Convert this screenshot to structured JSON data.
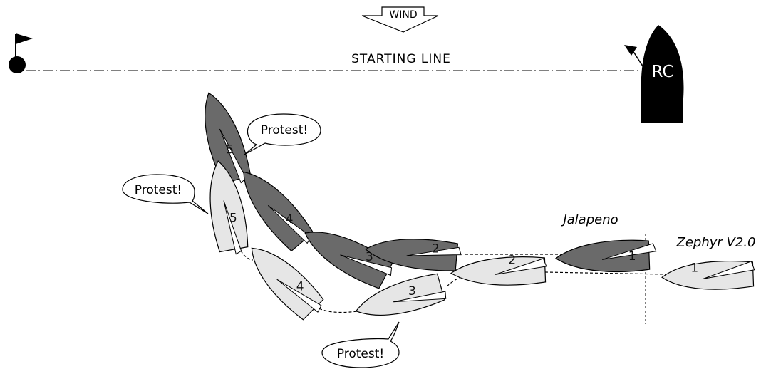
{
  "wind_label": "WIND",
  "starting_line_label": "STARTING LINE",
  "committee_boat_label": "RC",
  "boat_names": {
    "dark": "Jalapeno",
    "light": "Zephyr V2.0"
  },
  "dark_positions": [
    "5",
    "4",
    "3",
    "2",
    "1"
  ],
  "light_positions": [
    "5",
    "4",
    "3",
    "2",
    "1"
  ],
  "callouts": [
    "Protest!",
    "Protest!",
    "Protest!"
  ],
  "colors": {
    "dark_boat": "#6a6a6a",
    "light_boat": "#e6e6e6",
    "committee_boat": "#000000"
  }
}
